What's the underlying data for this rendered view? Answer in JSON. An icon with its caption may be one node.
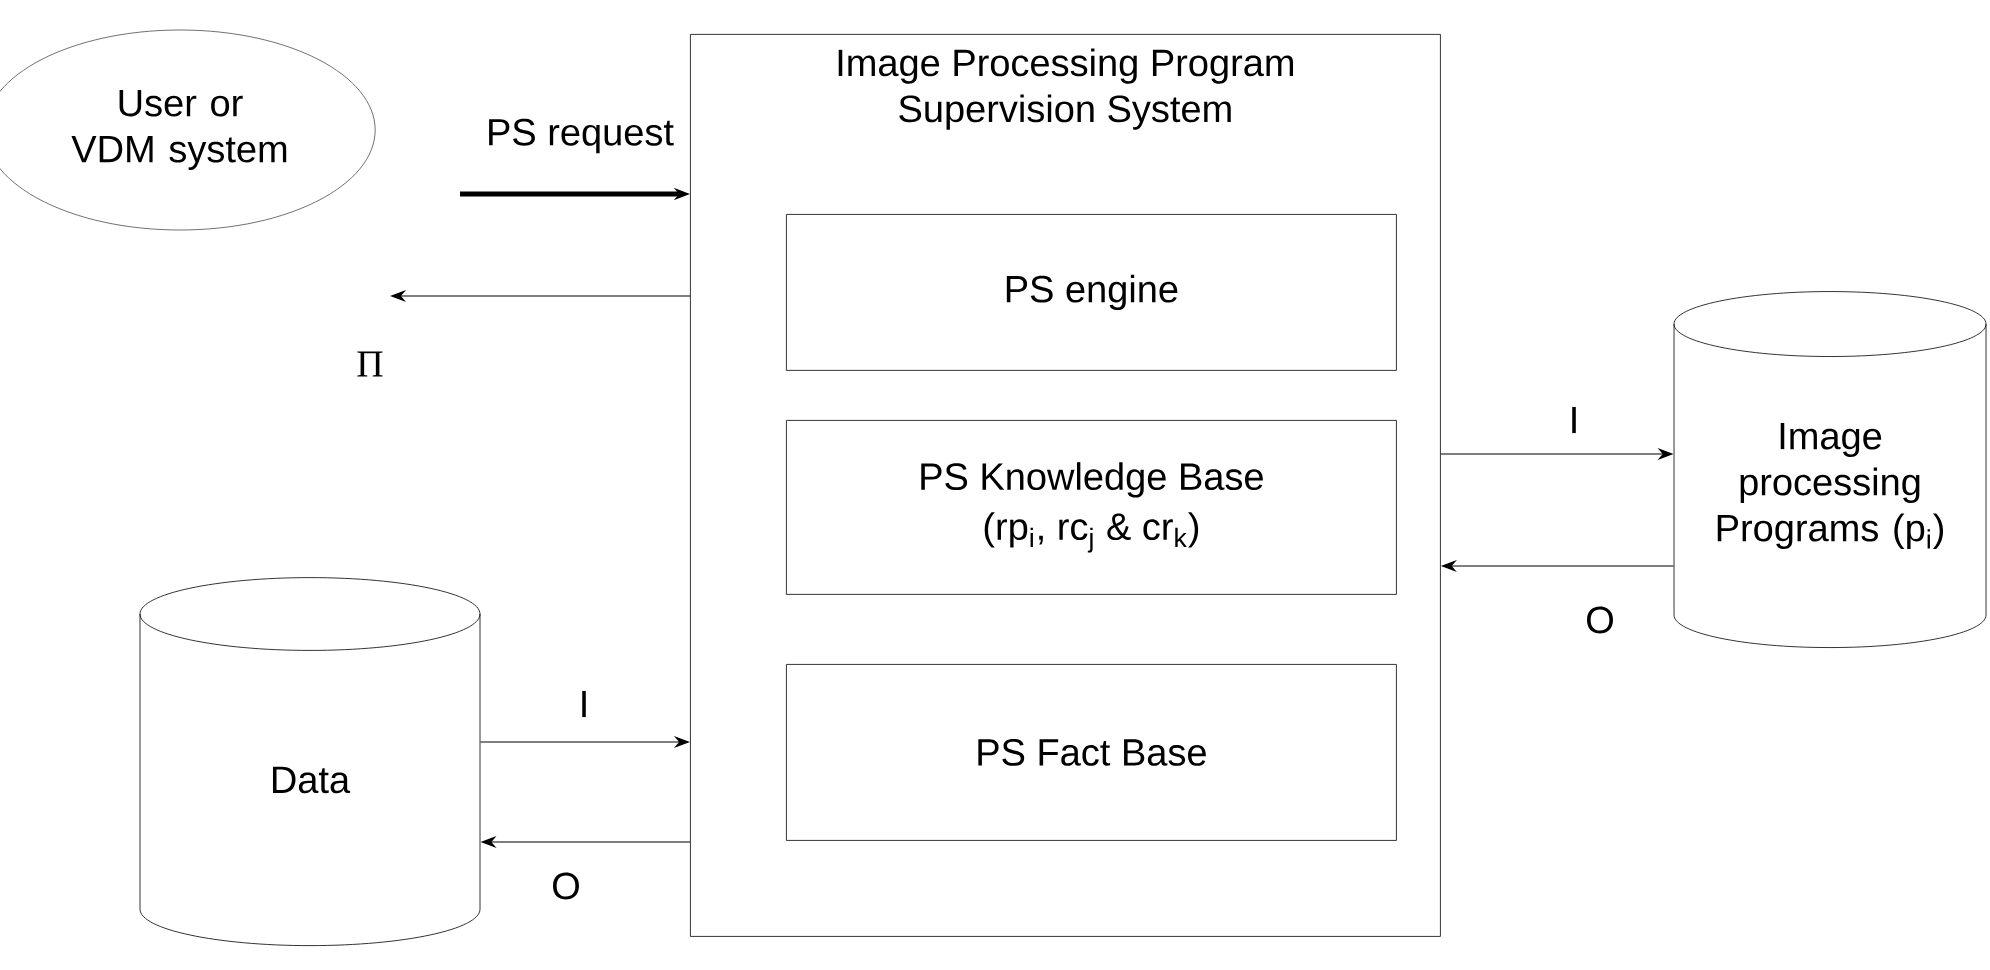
{
  "diagram": {
    "nodes": [
      {
        "text": [
          "User or VDM system"
        ]
      },
      {
        "text": [
          "Image Processing Program Supervision System"
        ]
      },
      {
        "text": [
          "PS engine"
        ],
        "in": 1
      },
      {
        "text": [
          "PS Knowledge Base",
          "(rp$_{i}$, rc$_{j}$ & cr$_{k}$)"
        ],
        "in": 1
      },
      {
        "text": [
          "PS Fact Base"
        ],
        "in": 1
      },
      {
        "text": [
          "Image processing Programs (p$_{i}$)"
        ]
      },
      {
        "text": [
          "Data"
        ]
      }
    ],
    "edges": [
      {
        "from": null,
        "to": 1,
        "arrow": "to",
        "label": "PS request",
        "style": "thick"
      },
      {
        "from": 1,
        "to": null,
        "arrow": "to",
        "label": "Π"
      },
      {
        "from": 1,
        "to": 5,
        "arrow": "to",
        "label": "I"
      },
      {
        "from": 5,
        "to": 1,
        "arrow": "to",
        "label": "O"
      },
      {
        "from": 6,
        "to": 1,
        "arrow": "to",
        "label": "I"
      },
      {
        "from": 1,
        "to": 6,
        "arrow": "to",
        "label": "O"
      }
    ]
  }
}
